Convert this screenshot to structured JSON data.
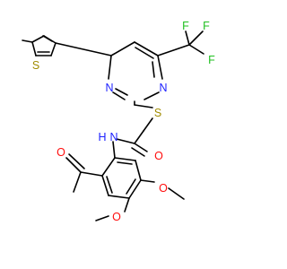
{
  "diagram": {
    "type": "chemical-structure",
    "colors": {
      "bond": "#000000",
      "nitrogen": "#1e22ff",
      "oxygen": "#ff0d0d",
      "sulfur": "#a08c00",
      "fluorine": "#20c020",
      "background": "#ffffff"
    },
    "atom_labels": {
      "thiophene_s": "S",
      "cf3_f_top_left": "F",
      "cf3_f_top_right": "F",
      "cf3_f_right": "F",
      "pyrimidine_n_left": "N",
      "pyrimidine_n_right": "N",
      "thioether_s": "S",
      "amide_o": "O",
      "amide_n": "N",
      "amide_h": "H",
      "acetyl_o": "O",
      "methoxy_o_right": "O",
      "methoxy_o_left": "O"
    }
  }
}
